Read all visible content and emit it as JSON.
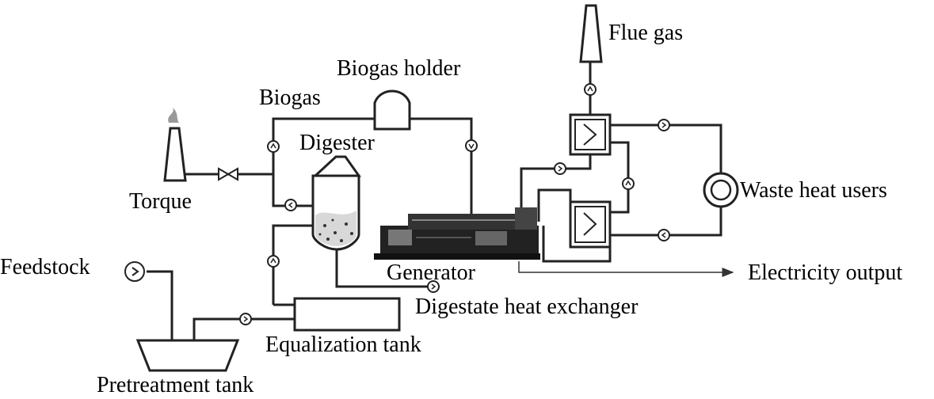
{
  "labels": {
    "flue_gas": "Flue gas",
    "biogas_holder": "Biogas holder",
    "biogas": "Biogas",
    "digester": "Digester",
    "torque": "Torque",
    "waste_heat_users": "Waste heat users",
    "feedstock": "Feedstock",
    "generator": "Generator",
    "electricity_output": "Electricity output",
    "digestate_heat_exchanger": "Digestate heat exchanger",
    "equalization_tank": "Equalization tank",
    "pretreatment_tank": "Pretreatment tank"
  },
  "colors": {
    "line": "#1a1a1a",
    "background": "#ffffff"
  }
}
